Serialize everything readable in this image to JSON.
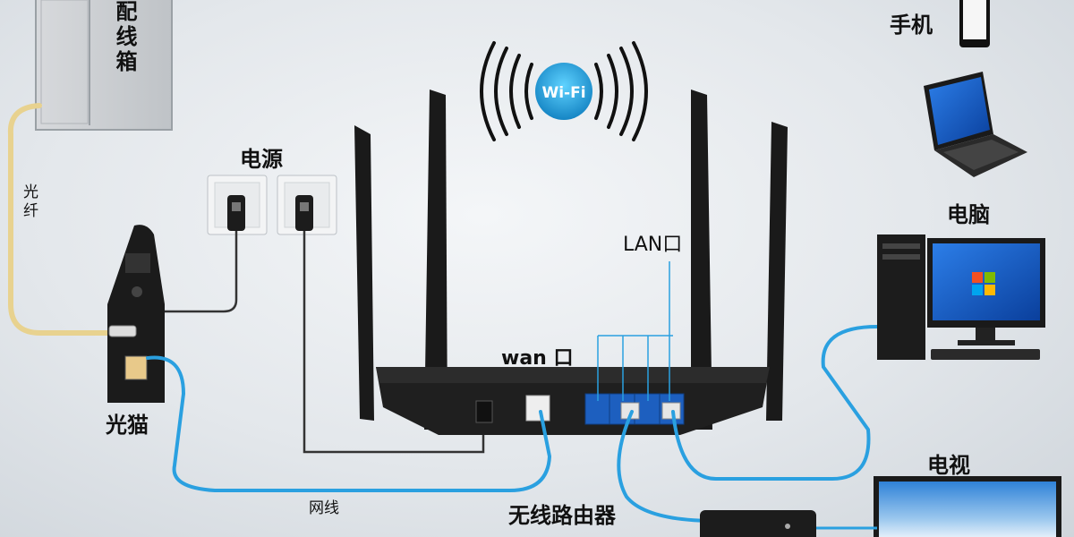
{
  "labels": {
    "distribution_box": "配线箱",
    "power": "电源",
    "fiber": "光纤",
    "modem": "光猫",
    "cable": "网线",
    "wan_port": "wan 口",
    "lan_port": "LAN口",
    "router": "无线路由器",
    "phone": "手机",
    "laptop": "电脑",
    "desktop": "电脑",
    "tv": "电视"
  },
  "wifi_badge": "Wi-Fi",
  "colors": {
    "fiber": "#e8d28f",
    "ethernet": "#2aa0e0",
    "power_cord": "#333333",
    "router_body": "#1a1a1a",
    "wifi_badge": "#1e9bd7"
  }
}
